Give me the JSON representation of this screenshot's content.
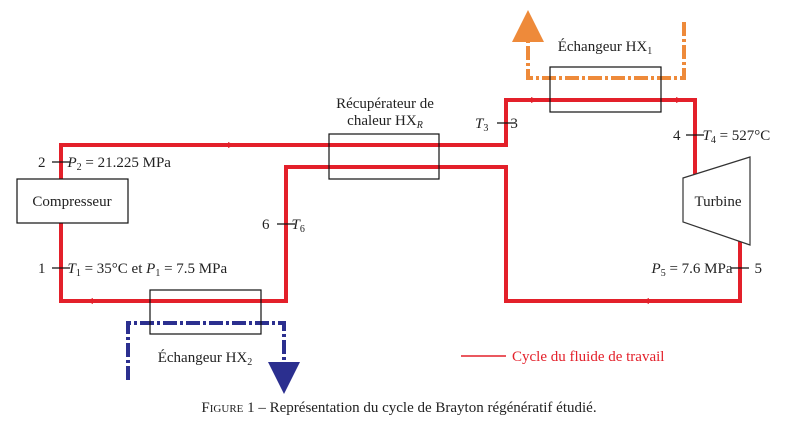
{
  "components": {
    "compressor": "Compresseur",
    "turbine": "Turbine",
    "recuperator_line1": "Récupérateur de",
    "recuperator_line2": "chaleur HX",
    "recuperator_sub": "R",
    "hx1": "Échangeur HX",
    "hx1_sub": "1",
    "hx2": "Échangeur HX",
    "hx2_sub": "2"
  },
  "states": {
    "s1": {
      "num": "1",
      "var1": "T",
      "sub1": "1",
      "text1": " = 35°C et ",
      "var2": "P",
      "sub2": "1",
      "text2": " = 7.5 MPa"
    },
    "s2": {
      "num": "2",
      "var": "P",
      "sub": "2",
      "text": " = 21.225 MPa"
    },
    "s3": {
      "num": "3",
      "var": "T",
      "sub": "3"
    },
    "s4": {
      "num": "4",
      "var": "T",
      "sub": "4",
      "text": " = 527°C"
    },
    "s5": {
      "num": "5",
      "var": "P",
      "sub": "5",
      "text": " = 7.6 MPa"
    },
    "s6": {
      "num": "6",
      "var": "T",
      "sub": "6"
    }
  },
  "legend": {
    "working_fluid": "Cycle du fluide de travail"
  },
  "caption": {
    "prefix": "Figure 1",
    "text": " – Représentation du cycle de Brayton régénératif étudié."
  },
  "colors": {
    "cycle": "#e3202a",
    "hot_source": "#ee8a3a",
    "cold_sink": "#2b2f8f"
  }
}
